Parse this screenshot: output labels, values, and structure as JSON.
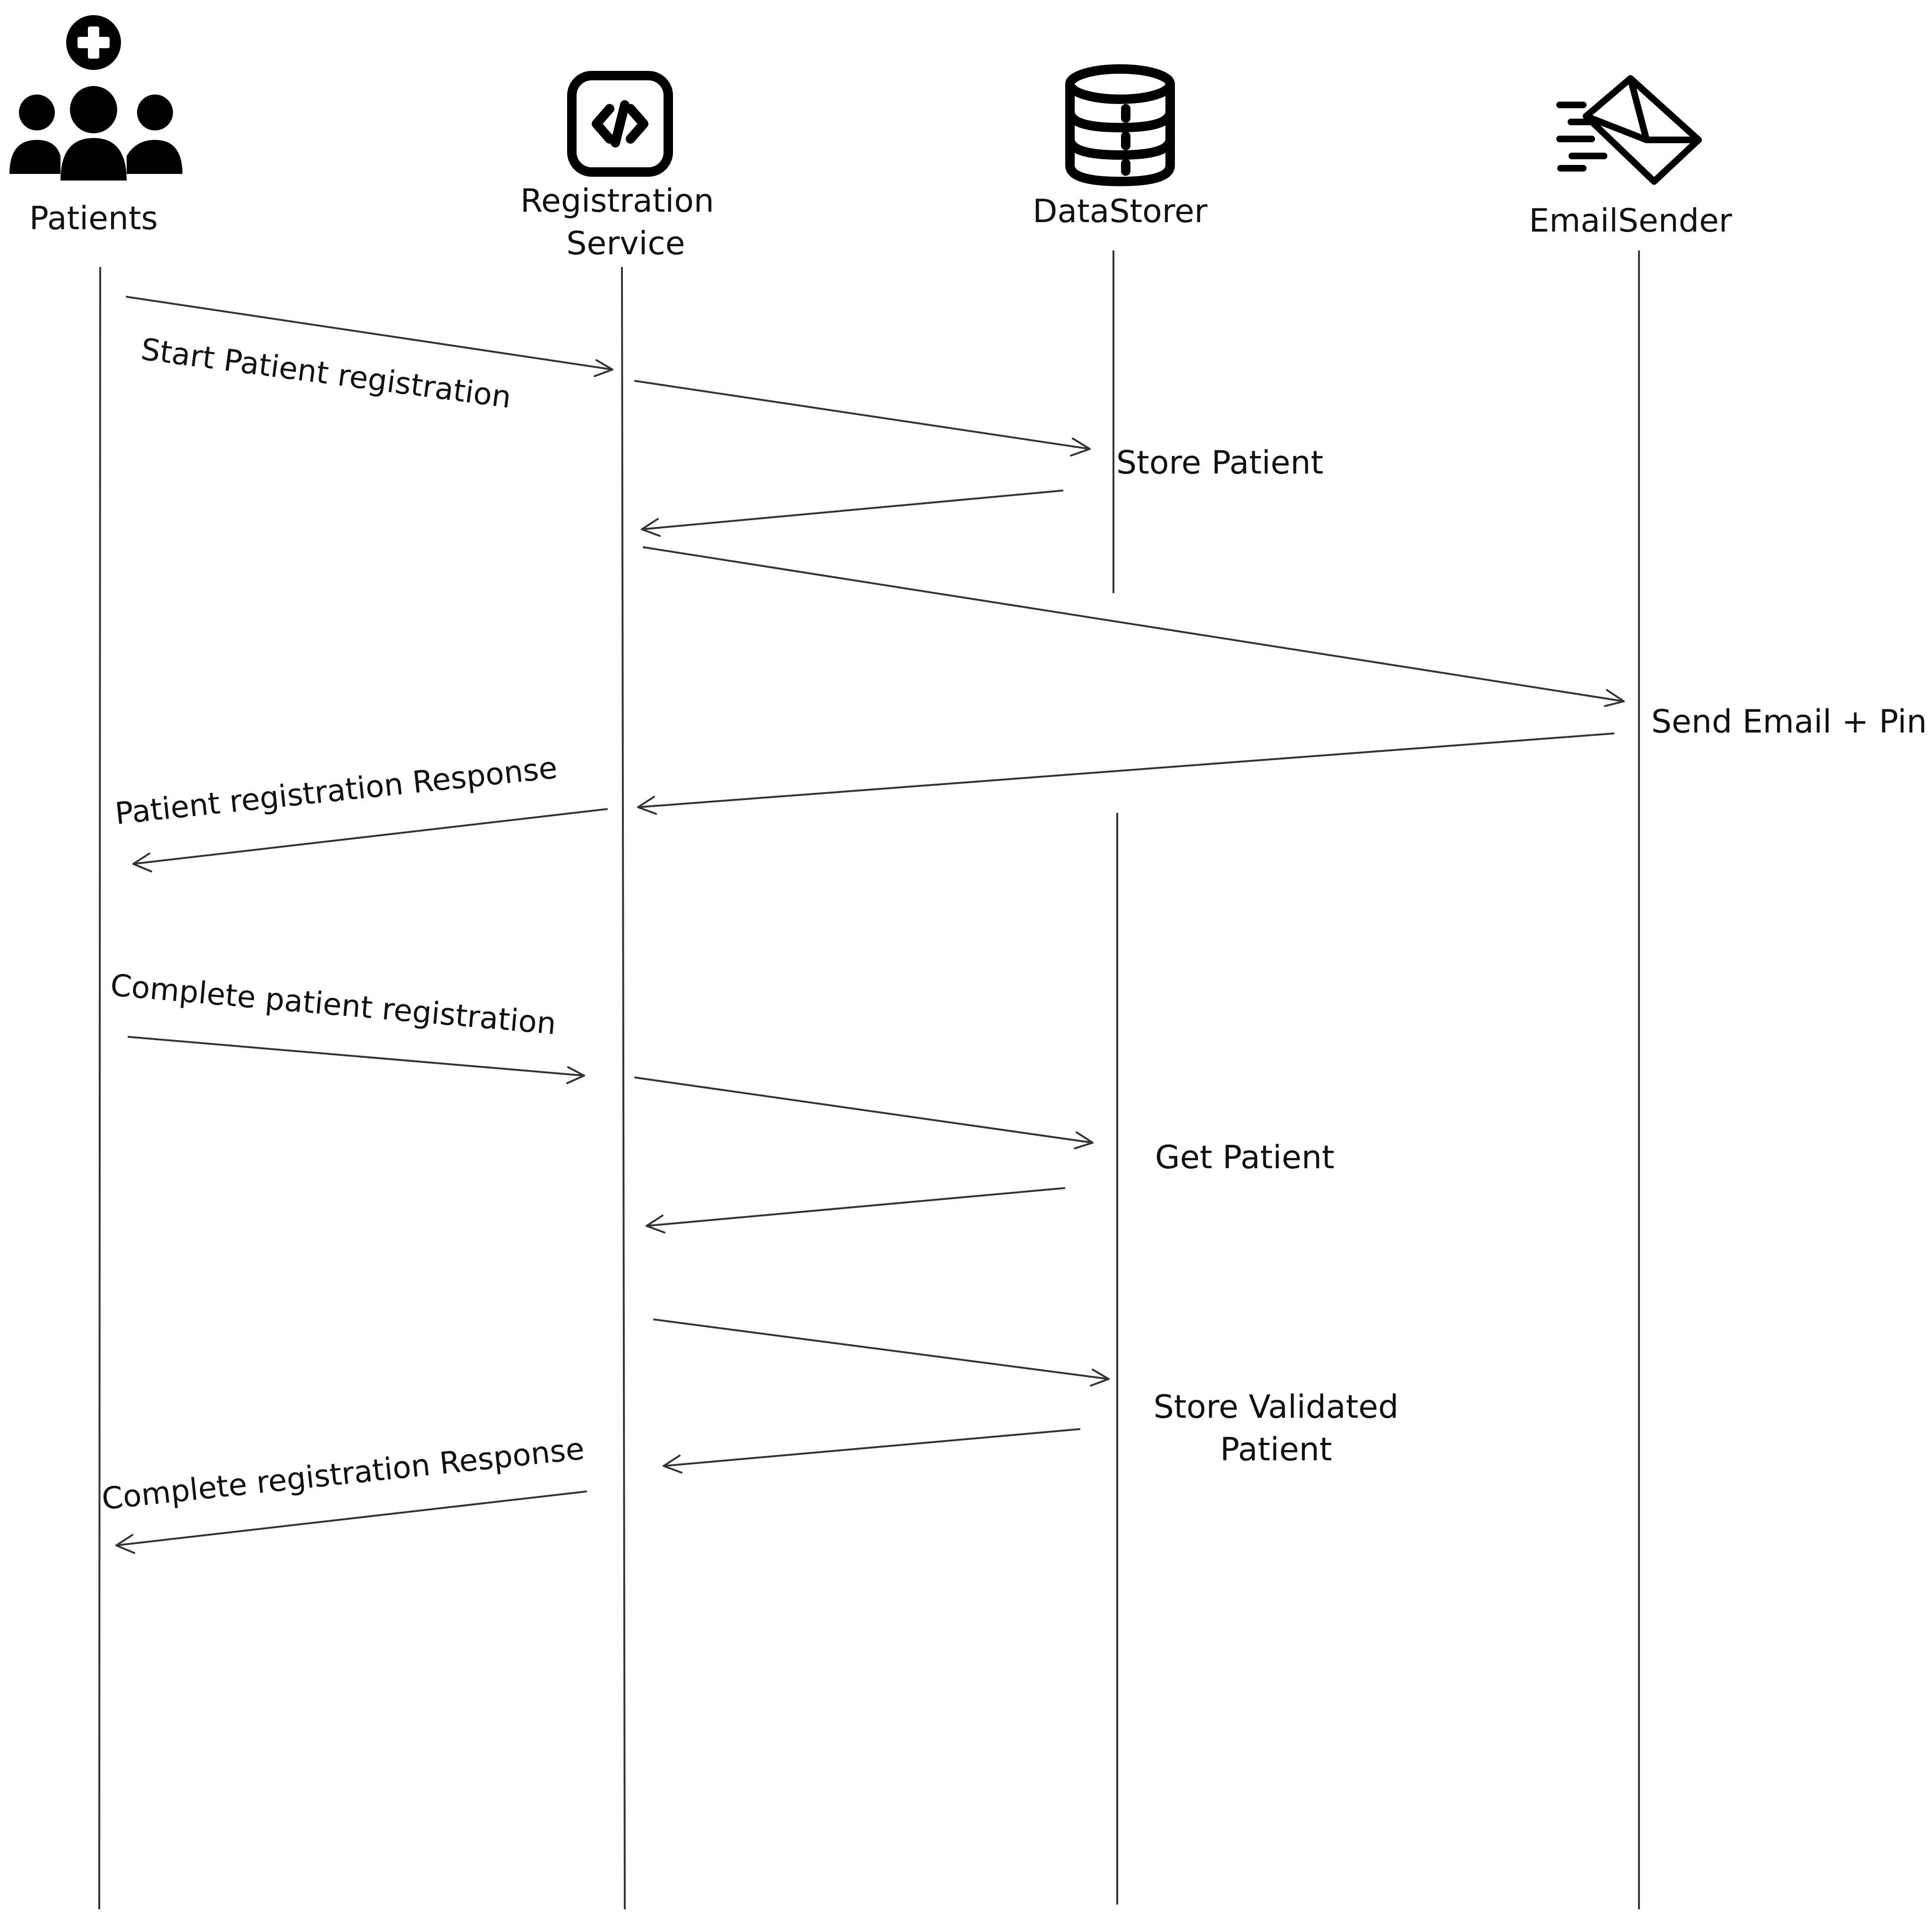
{
  "actors": [
    {
      "id": "patients",
      "icon": "users-medical-icon",
      "lines": [
        "Patients"
      ]
    },
    {
      "id": "registration",
      "icon": "code-icon",
      "lines": [
        "Registration",
        "Service"
      ]
    },
    {
      "id": "datastorer",
      "icon": "database-icon",
      "lines": [
        "DataStorer"
      ]
    },
    {
      "id": "emailsender",
      "icon": "email-fast-icon",
      "lines": [
        "EmailSender"
      ]
    }
  ],
  "messages": [
    {
      "from": "patients",
      "to": "registration",
      "label": "Start Patient registration"
    },
    {
      "from": "registration",
      "to": "datastorer",
      "label": "Store Patient"
    },
    {
      "from": "datastorer",
      "to": "registration",
      "label": ""
    },
    {
      "from": "registration",
      "to": "emailsender",
      "label": "Send Email + Pin"
    },
    {
      "from": "emailsender",
      "to": "registration",
      "label": ""
    },
    {
      "from": "registration",
      "to": "patients",
      "label": "Patient registration Response"
    },
    {
      "from": "patients",
      "to": "registration",
      "label": "Complete patient registration"
    },
    {
      "from": "registration",
      "to": "datastorer",
      "label": "Get Patient"
    },
    {
      "from": "datastorer",
      "to": "registration",
      "label": ""
    },
    {
      "from": "registration",
      "to": "datastorer",
      "label": "Store Validated Patient"
    },
    {
      "from": "datastorer",
      "to": "registration",
      "label": ""
    },
    {
      "from": "registration",
      "to": "patients",
      "label": "Complete registration Response"
    }
  ],
  "colors": {
    "ink": "#111111",
    "line": "#333333",
    "background": "#ffffff"
  }
}
